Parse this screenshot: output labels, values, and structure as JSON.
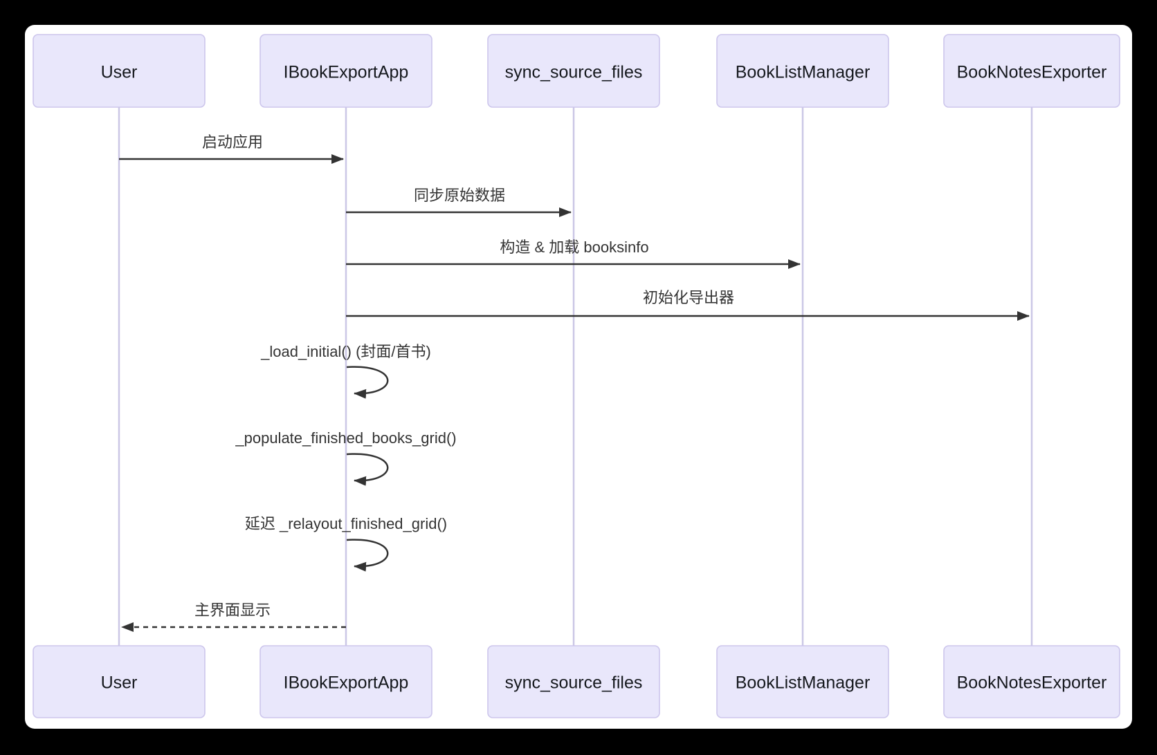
{
  "diagram": {
    "type": "sequence-diagram",
    "participants": [
      {
        "id": "user",
        "label": "User"
      },
      {
        "id": "ibookexportapp",
        "label": "IBookExportApp"
      },
      {
        "id": "sync_source_files",
        "label": "sync_source_files"
      },
      {
        "id": "booklistmanager",
        "label": "BookListManager"
      },
      {
        "id": "booknotesexporter",
        "label": "BookNotesExporter"
      }
    ],
    "messages": [
      {
        "from": "User",
        "to": "IBookExportApp",
        "label": "启动应用",
        "style": "solid"
      },
      {
        "from": "IBookExportApp",
        "to": "sync_source_files",
        "label": "同步原始数据",
        "style": "solid"
      },
      {
        "from": "IBookExportApp",
        "to": "BookListManager",
        "label": "构造 & 加载 booksinfo",
        "style": "solid"
      },
      {
        "from": "IBookExportApp",
        "to": "BookNotesExporter",
        "label": "初始化导出器",
        "style": "solid"
      },
      {
        "from": "IBookExportApp",
        "to": "IBookExportApp",
        "label": "_load_initial() (封面/首书)",
        "style": "self-loop"
      },
      {
        "from": "IBookExportApp",
        "to": "IBookExportApp",
        "label": "_populate_finished_books_grid()",
        "style": "self-loop"
      },
      {
        "from": "IBookExportApp",
        "to": "IBookExportApp",
        "label": "延迟 _relayout_finished_grid()",
        "style": "self-loop"
      },
      {
        "from": "IBookExportApp",
        "to": "User",
        "label": "主界面显示",
        "style": "dashed-return"
      }
    ],
    "colors": {
      "backdrop": "#000000",
      "canvas": "#ffffff",
      "actor_fill": "#E9E7FB",
      "actor_border": "#CDC6EC",
      "lifeline": "#CBC7E6",
      "arrow": "#333333",
      "text": "#333333"
    }
  }
}
